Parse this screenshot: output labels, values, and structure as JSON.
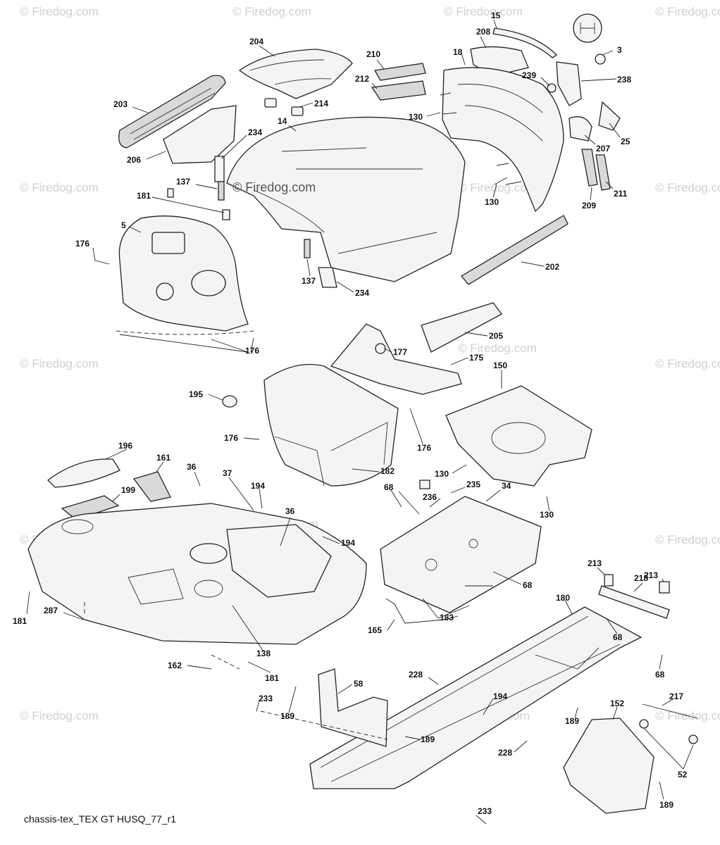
{
  "caption": "chassis-tex_TEX GT HUSQ_77_r1",
  "watermark": "© Firedog.com",
  "callouts": {
    "c15": "15",
    "c3": "3",
    "c204": "204",
    "c210": "210",
    "c208": "208",
    "c18": "18",
    "c212": "212",
    "c239": "239",
    "c238": "238",
    "c203": "203",
    "c214": "214",
    "c130a": "130",
    "c14": "14",
    "c234a": "234",
    "c25": "25",
    "c207": "207",
    "c206": "206",
    "c130b": "130",
    "c137a": "137",
    "c211": "211",
    "c209": "209",
    "c181a": "181",
    "c5": "5",
    "c176a": "176",
    "c202": "202",
    "c137b": "137",
    "c234b": "234",
    "c205": "205",
    "c176b": "176",
    "c177": "177",
    "c175": "175",
    "c150": "150",
    "c195": "195",
    "c176c": "176",
    "c176d": "176",
    "c130c": "130",
    "c182": "182",
    "c196": "196",
    "c161": "161",
    "c36a": "36",
    "c37": "37",
    "c194a": "194",
    "c68a": "68",
    "c235": "235",
    "c34": "34",
    "c199": "199",
    "c236": "236",
    "c130d": "130",
    "c36b": "36",
    "c194b": "194",
    "c213a": "213",
    "c213b": "213",
    "c218": "218",
    "c68b": "68",
    "c181b": "181",
    "c287": "287",
    "c180": "180",
    "c183": "183",
    "c165": "165",
    "c68c": "68",
    "c68d": "68",
    "c138": "138",
    "c162": "162",
    "c181c": "181",
    "c228a": "228",
    "c58": "58",
    "c194c": "194",
    "c217": "217",
    "c233a": "233",
    "c189a": "189",
    "c189b": "189",
    "c152": "152",
    "c189c": "189",
    "c228b": "228",
    "c52": "52",
    "c189d": "189",
    "c233b": "233"
  }
}
